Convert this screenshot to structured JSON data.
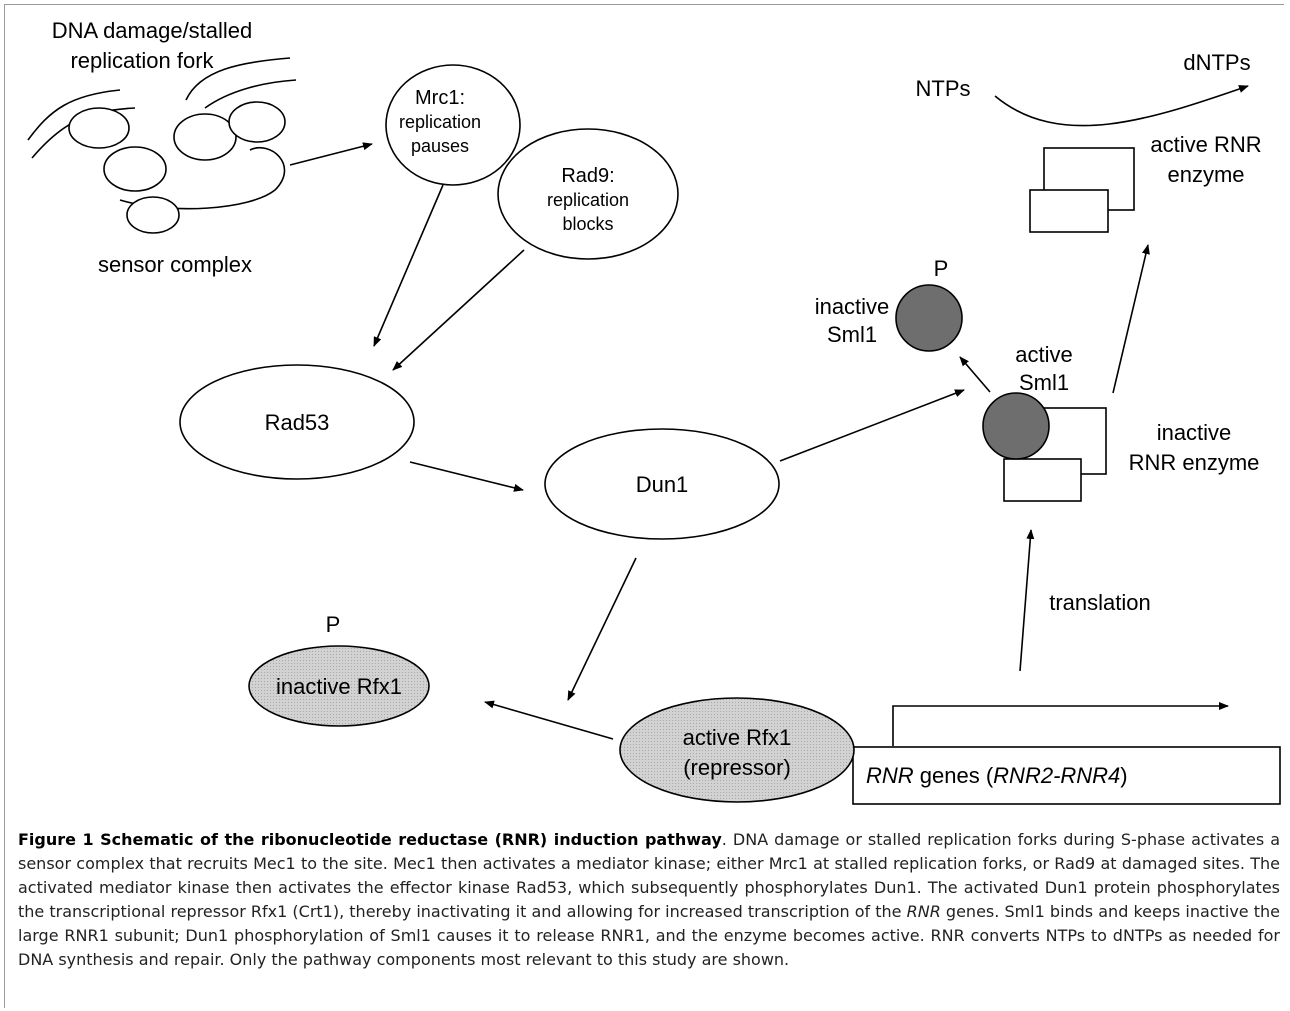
{
  "diagram": {
    "dna_damage_line1": "DNA damage/stalled",
    "dna_damage_line2": "replication fork",
    "sensor_complex": "sensor complex",
    "mrc1_line1": "Mrc1:",
    "mrc1_line2": "replication",
    "mrc1_line3": "pauses",
    "rad9_line1": "Rad9:",
    "rad9_line2": "replication",
    "rad9_line3": "blocks",
    "rad53": "Rad53",
    "dun1": "Dun1",
    "ntps": "NTPs",
    "dntps": "dNTPs",
    "active_rnr_line1": "active RNR",
    "active_rnr_line2": "enzyme",
    "inactive_sml1_p": "P",
    "inactive_sml1_line1": "inactive",
    "inactive_sml1_line2": "Sml1",
    "active_sml1_line1": "active",
    "active_sml1_line2": "Sml1",
    "inactive_rnr_line1": "inactive",
    "inactive_rnr_line2": "RNR enzyme",
    "translation": "translation",
    "inactive_rfx1_p": "P",
    "inactive_rfx1": "inactive Rfx1",
    "active_rfx1_line1": "active Rfx1",
    "active_rfx1_line2": "(repressor)",
    "rnr_genes_italic": "RNR",
    "rnr_genes_mid": " genes (",
    "rnr_genes_italic2": "RNR2-RNR4",
    "rnr_genes_end": ")"
  },
  "caption": {
    "title": "Figure 1 Schematic of the ribonucleotide reductase (RNR) induction pathway",
    "text1": ". DNA damage or stalled replication forks during S-phase activates a sensor complex that recruits Mec1 to the site. Mec1 then activates a mediator kinase; either Mrc1 at stalled replication forks, or Rad9 at damaged sites. The activated mediator kinase then activates the effector kinase Rad53, which subsequently phosphorylates Dun1. The activated Dun1 protein phosphorylates the transcriptional repressor Rfx1 (Crt1), thereby inactivating it and allowing for increased transcription of the ",
    "text_italic": "RNR",
    "text2": " genes. Sml1 binds and keeps inactive the large RNR1 subunit; Dun1 phosphorylation of Sml1 causes it to release RNR1, and the enzyme becomes active. RNR converts NTPs to dNTPs as needed for DNA synthesis and repair. Only the pathway components most relevant to this study are shown."
  },
  "colors": {
    "grey_fill": "#6e6e6e",
    "light_grey_fill": "#c8c8c8",
    "frame": "#9a9a9a"
  }
}
